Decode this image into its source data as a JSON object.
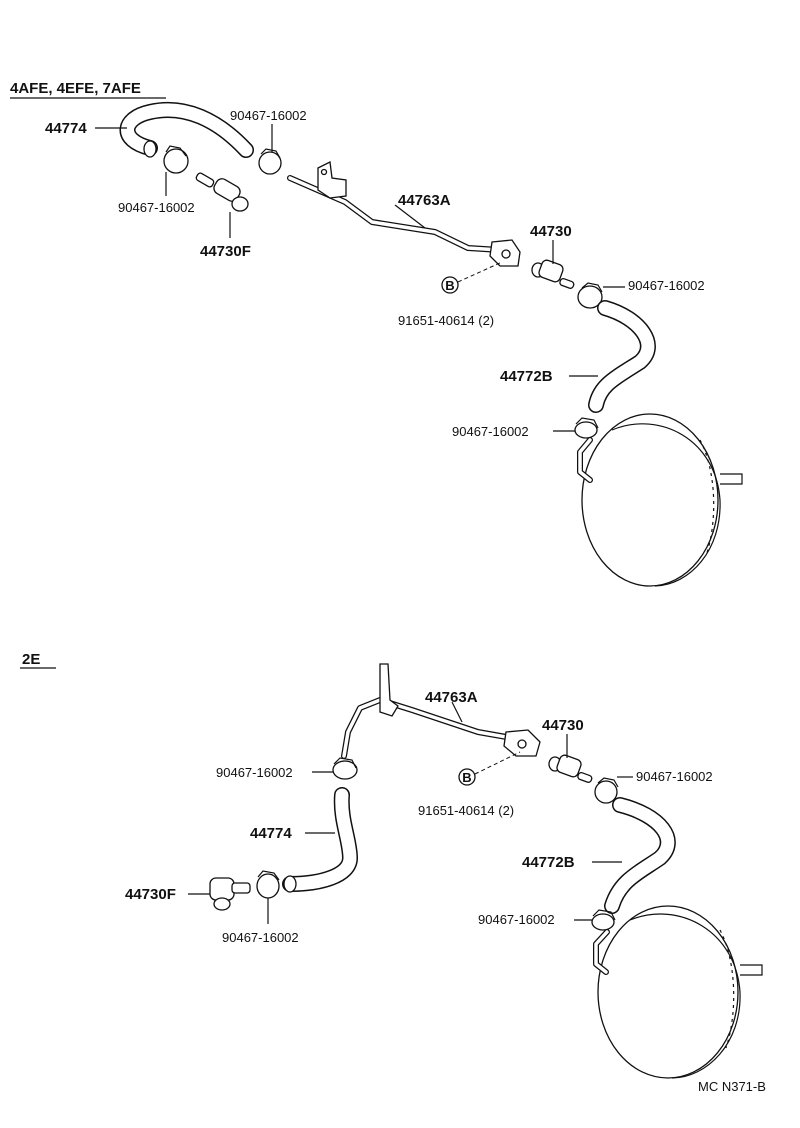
{
  "sections": {
    "top": {
      "engine_label": "4AFE, 4EFE, 7AFE",
      "labels": {
        "hose_44774": "44774",
        "clip_a": "90467-16002",
        "clip_b": "90467-16002",
        "valve_44730F": "44730F",
        "pipe_44763A": "44763A",
        "valve_44730": "44730",
        "clip_c": "90467-16002",
        "bolt_ref": "B",
        "bolt": "91651-40614 (2)",
        "hose_44772B": "44772B",
        "clip_d": "90467-16002"
      }
    },
    "bottom": {
      "engine_label": "2E",
      "labels": {
        "pipe_44763A": "44763A",
        "valve_44730": "44730",
        "clip_a": "90467-16002",
        "bolt_ref": "B",
        "clip_b": "90467-16002",
        "bolt": "91651-40614 (2)",
        "hose_44774": "44774",
        "hose_44772B": "44772B",
        "valve_44730F": "44730F",
        "clip_c": "90467-16002",
        "clip_d": "90467-16002"
      }
    }
  },
  "footer": {
    "diagram_code": "MC N371-B"
  }
}
